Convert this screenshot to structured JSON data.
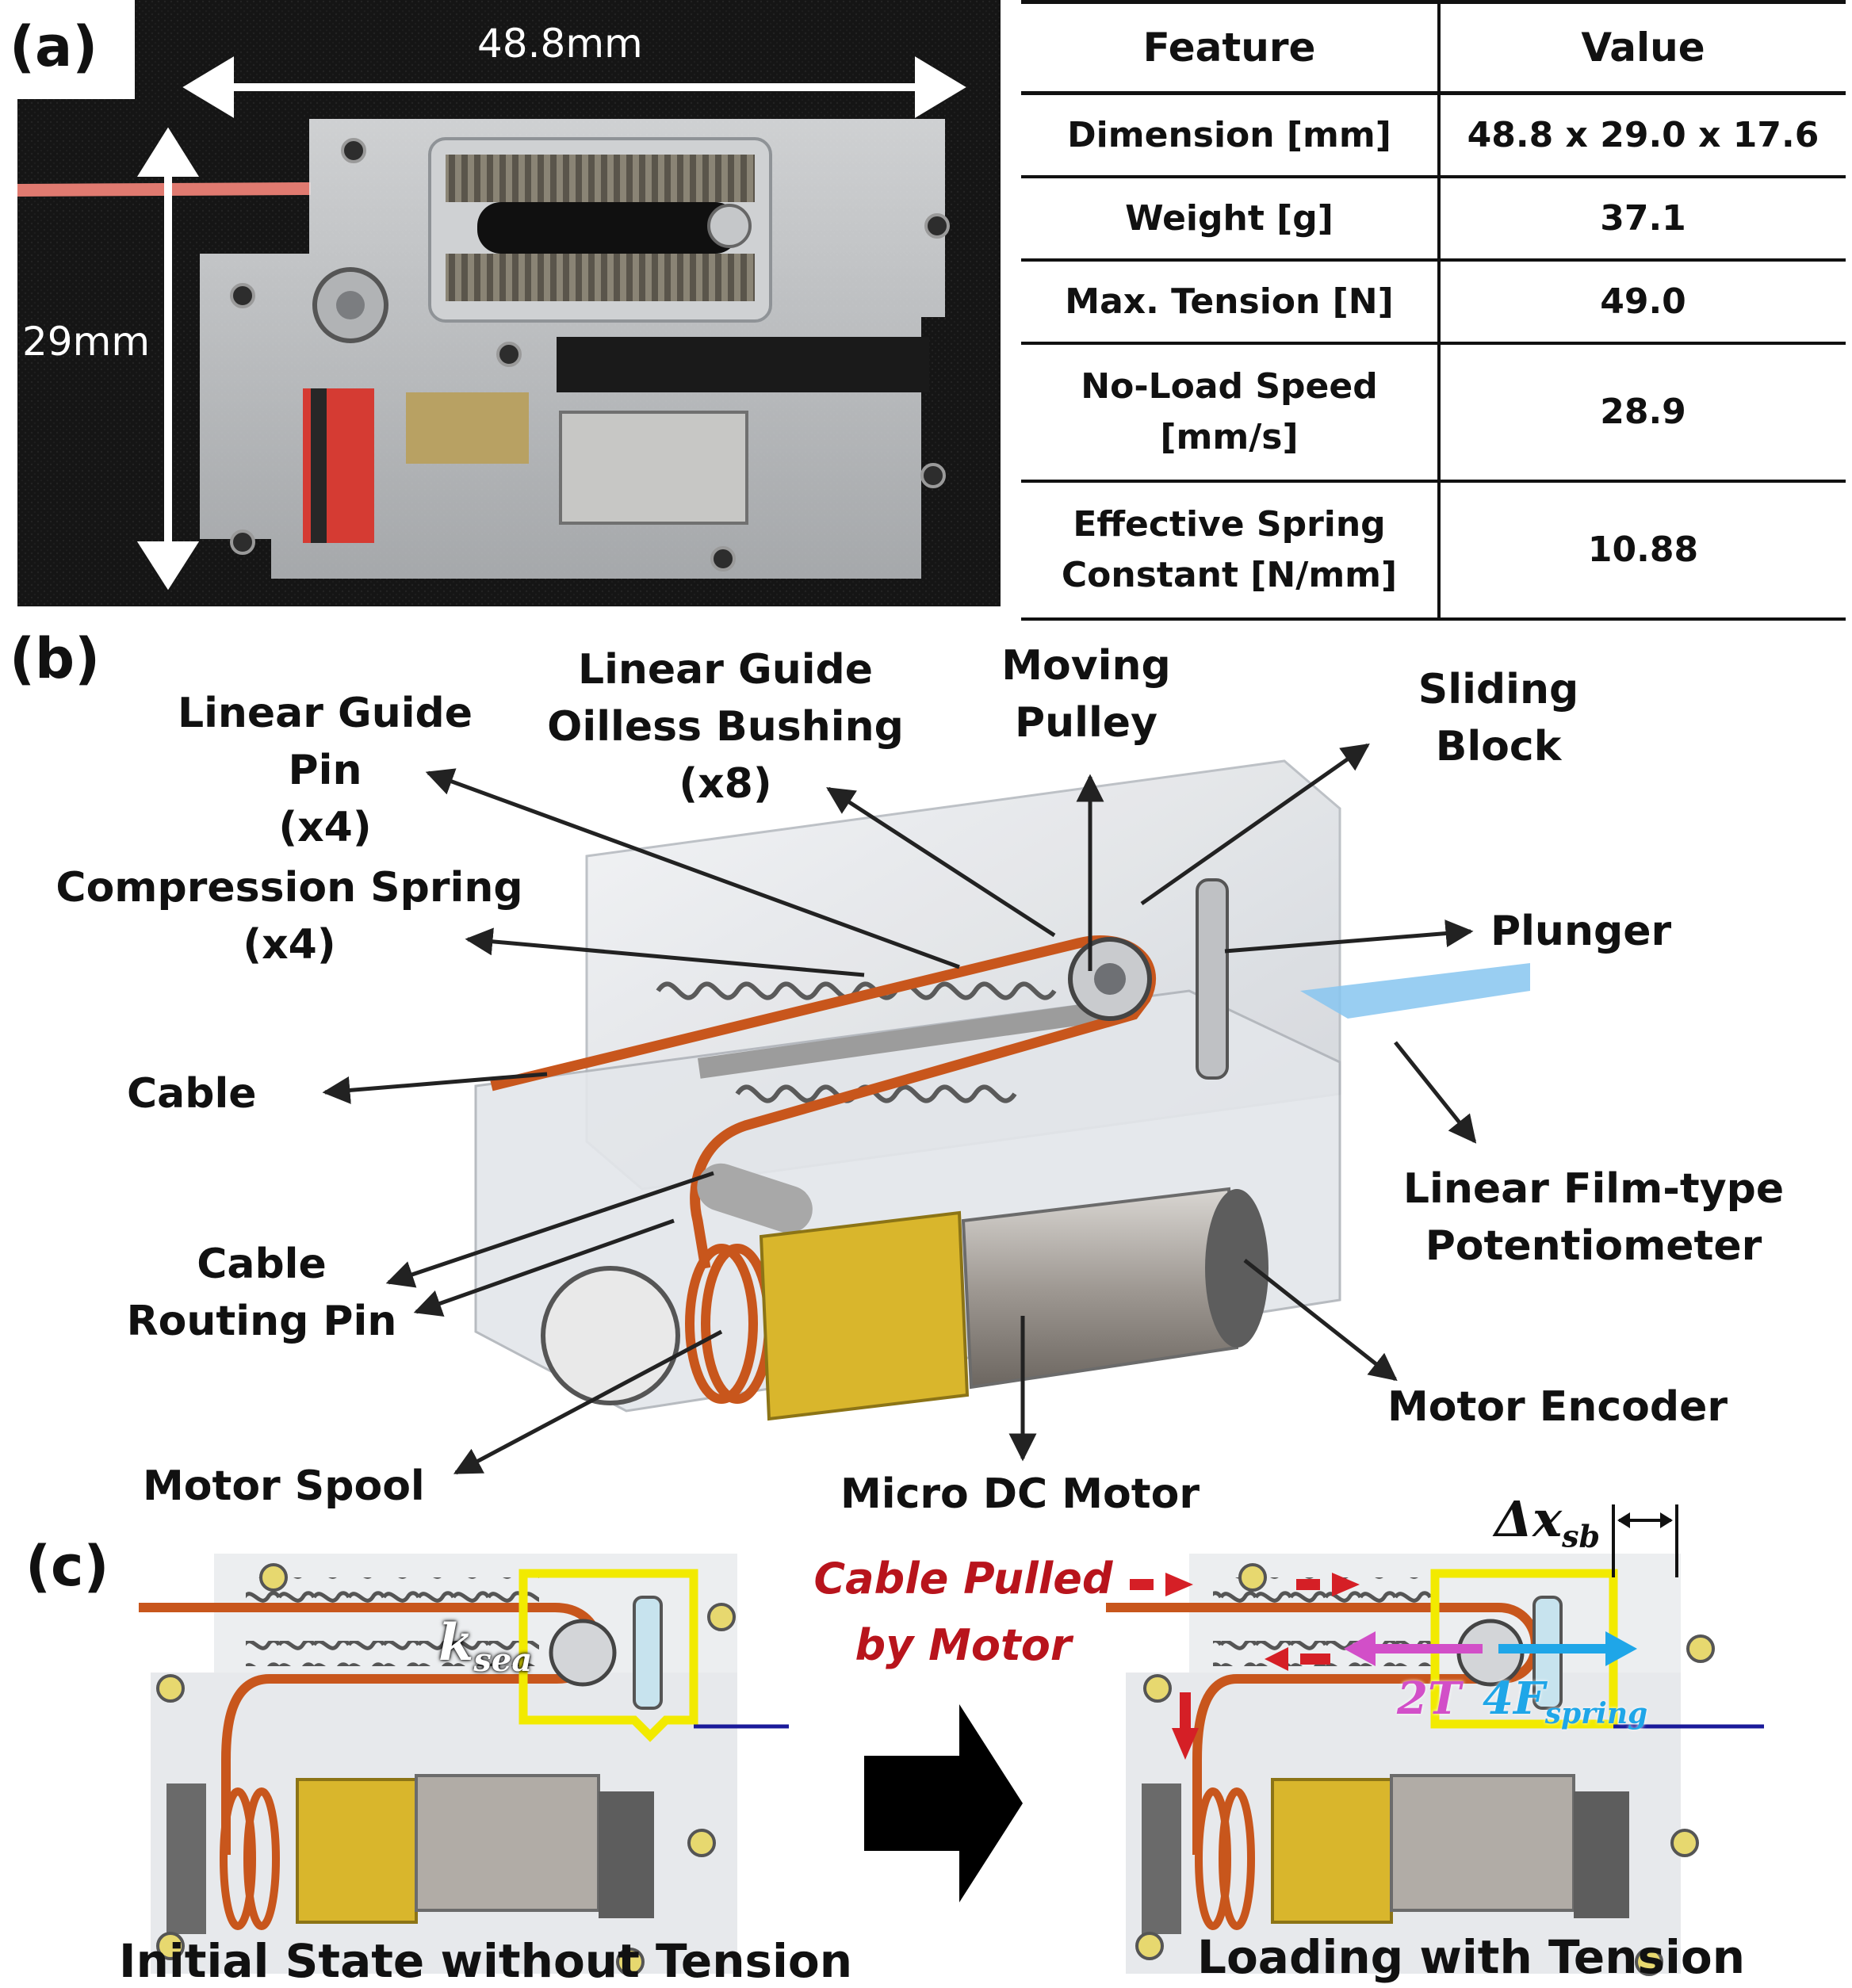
{
  "panels": {
    "a": "(a)",
    "b": "(b)",
    "c": "(c)"
  },
  "photo": {
    "width_label": "48.8mm",
    "height_label": "29mm"
  },
  "table": {
    "headers": [
      "Feature",
      "Value"
    ],
    "rows": [
      {
        "feature": [
          "Dimension [mm]"
        ],
        "value": "48.8 x 29.0 x 17.6"
      },
      {
        "feature": [
          "Weight [g]"
        ],
        "value": "37.1"
      },
      {
        "feature": [
          "Max. Tension [N]"
        ],
        "value": "49.0"
      },
      {
        "feature": [
          "No-Load Speed",
          "[mm/s]"
        ],
        "value": "28.9"
      },
      {
        "feature": [
          "Effective Spring",
          "Constant [N/mm]"
        ],
        "value": "10.88"
      }
    ]
  },
  "callouts": {
    "guide_pin": [
      "Linear Guide Pin",
      "(x4)"
    ],
    "bushing": [
      "Linear Guide",
      "Oilless Bushing",
      "(x8)"
    ],
    "moving_pulley": [
      "Moving",
      "Pulley"
    ],
    "sliding_block": [
      "Sliding",
      "Block"
    ],
    "spring": [
      "Compression Spring",
      "(x4)"
    ],
    "plunger": "Plunger",
    "cable": "Cable",
    "potentiometer": [
      "Linear Film-type",
      "Potentiometer"
    ],
    "routing_pin": [
      "Cable",
      "Routing Pin"
    ],
    "encoder": "Motor Encoder",
    "spool": "Motor Spool",
    "motor": "Micro DC Motor"
  },
  "panel_c": {
    "left_caption": "Initial State without Tension",
    "right_caption": "Loading with Tension",
    "pulled_label": [
      "Cable Pulled",
      "by Motor"
    ],
    "k_symbol": "k",
    "k_sub": "sea",
    "dx_symbol": "Δx",
    "dx_sub": "sb",
    "tension_symbol": "2T",
    "force_symbol": "4F",
    "force_sub": "spring"
  },
  "colors": {
    "cable": "#c8561c",
    "highlight": "#f2ea00",
    "tension_arrow": "#d24fc8",
    "spring_arrow": "#1fa6e8",
    "pulled_arrow": "#d51f26",
    "frame": "#e6e8ec",
    "motor_gear": "#d9b62c"
  }
}
